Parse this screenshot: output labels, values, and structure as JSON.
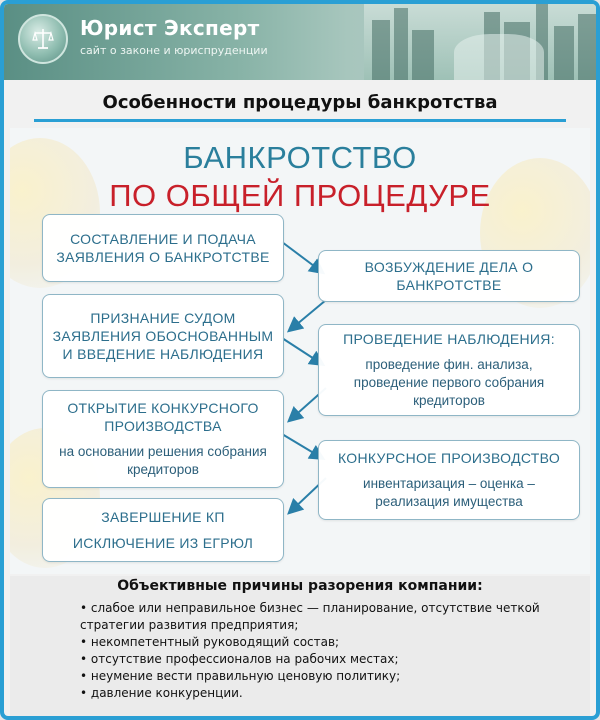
{
  "header": {
    "brand": "Юрист Эксперт",
    "tagline": "сайт о законе и юриспруденции"
  },
  "title": "Особенности процедуры банкротства",
  "diagram": {
    "heading_line1": "БАНКРОТСТВО",
    "heading_line2": "ПО ОБЩЕЙ ПРОЦЕДУРЕ",
    "colors": {
      "heading1": "#2a7f9c",
      "heading2": "#c8202a",
      "arrow": "#2a7fa8",
      "border": "#8fb6c6"
    },
    "steps": [
      {
        "title": "СОСТАВЛЕНИЕ И ПОДАЧА ЗАЯВЛЕНИЯ О БАНКРОТСТВЕ",
        "detail": ""
      },
      {
        "title": "ВОЗБУЖДЕНИЕ ДЕЛА О БАНКРОТСТВЕ",
        "detail": ""
      },
      {
        "title": "ПРИЗНАНИЕ СУДОМ ЗАЯВЛЕНИЯ ОБОСНОВАННЫМ И ВВЕДЕНИЕ НАБЛЮДЕНИЯ",
        "detail": ""
      },
      {
        "title": "ПРОВЕДЕНИЕ НАБЛЮДЕНИЯ:",
        "detail": "проведение фин. анализа, проведение первого собрания кредиторов"
      },
      {
        "title": "ОТКРЫТИЕ КОНКУРСНОГО ПРОИЗВОДСТВА",
        "detail": "на основании решения собрания кредиторов"
      },
      {
        "title": "КОНКУРСНОЕ ПРОИЗВОДСТВО",
        "detail": "инвентаризация – оценка – реализация имущества"
      },
      {
        "title": "ЗАВЕРШЕНИЕ КП",
        "detail": "ИСКЛЮЧЕНИЕ ИЗ ЕГРЮЛ"
      }
    ]
  },
  "causes": {
    "title": "Объективные причины разорения компании:",
    "items": [
      "слабое или неправильное бизнес — планирование, отсутствие четкой стратегии развития предприятия;",
      "некомпетентный руководящий состав;",
      "отсутствие профессионалов на рабочих местах;",
      "неумение вести правильную ценовую политику;",
      "давление конкуренции."
    ]
  }
}
